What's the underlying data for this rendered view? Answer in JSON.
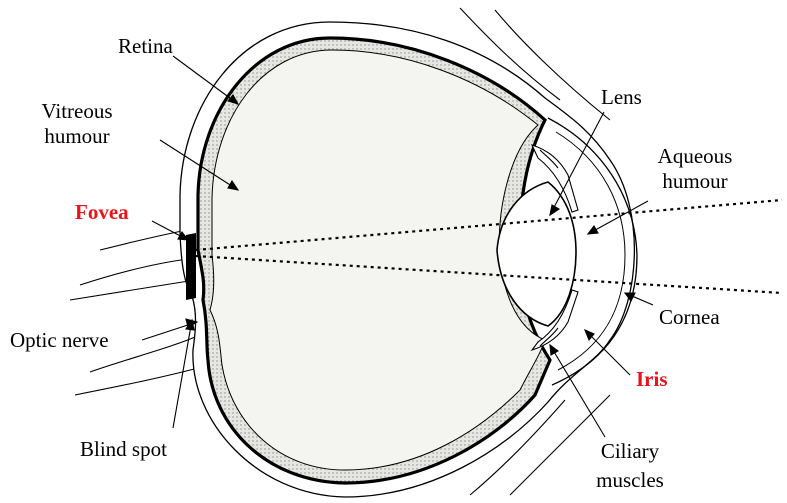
{
  "colors": {
    "highlight": "#e8141c",
    "ink": "#000000",
    "fill": "#f4f4f1",
    "retina_fill": "#d6d6d2"
  },
  "labels": {
    "retina": "Retina",
    "vitreous_1": "Vitreous",
    "vitreous_2": "humour",
    "fovea": "Fovea",
    "optic_nerve": "Optic nerve",
    "blind_spot": "Blind spot",
    "lens": "Lens",
    "aqueous_1": "Aqueous",
    "aqueous_2": "humour",
    "cornea": "Cornea",
    "iris": "Iris",
    "ciliary_1": "Ciliary",
    "ciliary_2": "muscles"
  }
}
